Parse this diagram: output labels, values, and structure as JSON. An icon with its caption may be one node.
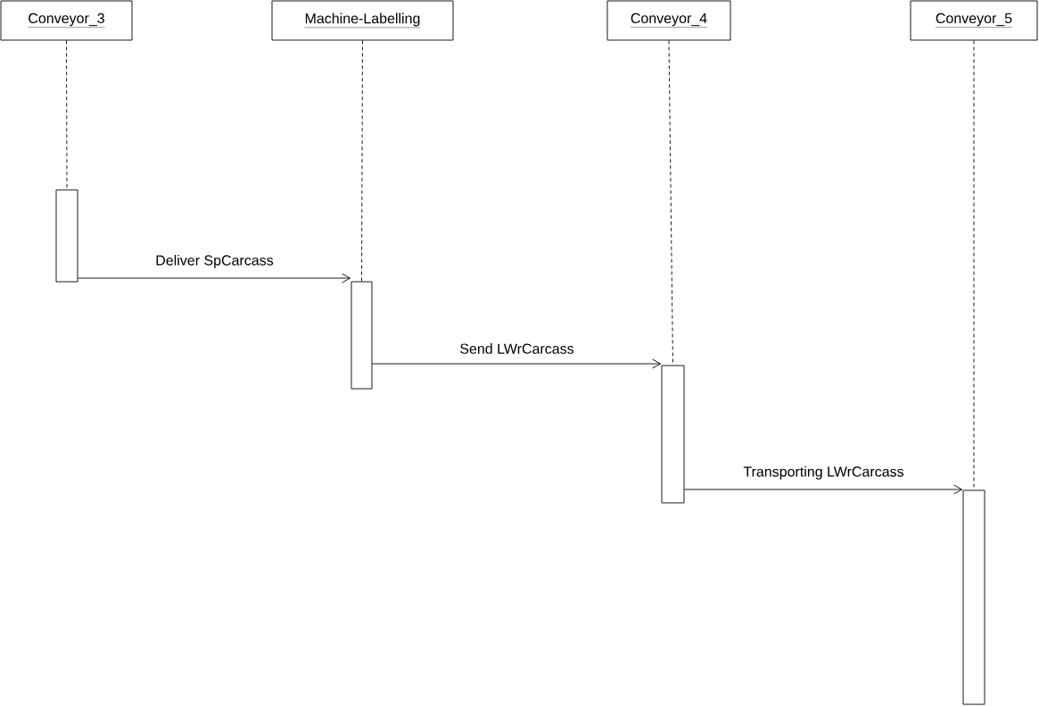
{
  "diagram": {
    "nodes": [
      {
        "text": [
          "Conveyor_3"
        ]
      },
      {
        "text": [
          "Machine-Labelling"
        ]
      },
      {
        "text": [
          "Conveyor_4"
        ]
      },
      {
        "text": [
          "Conveyor_5"
        ]
      },
      {
        "text": [],
        "shape": "bar"
      },
      {
        "text": [],
        "shape": "bar"
      },
      {
        "text": [],
        "shape": "bar"
      },
      {
        "text": [],
        "shape": "bar"
      }
    ],
    "edges": [
      {
        "from": 0,
        "to": 4,
        "arrow": "none",
        "style": "dashed"
      },
      {
        "from": 1,
        "to": 5,
        "arrow": "none",
        "style": "dashed"
      },
      {
        "from": 2,
        "to": 6,
        "arrow": "none",
        "style": "dashed"
      },
      {
        "from": 3,
        "to": 7,
        "arrow": "none",
        "style": "dashed"
      },
      {
        "from": 4,
        "to": 5,
        "arrow": "to",
        "label": "Deliver SpCarcass"
      },
      {
        "from": 5,
        "to": 6,
        "arrow": "to",
        "label": "Send LWrCarcass"
      },
      {
        "from": 6,
        "to": 7,
        "arrow": "to",
        "label": "Transporting LWrCarcass"
      }
    ]
  }
}
